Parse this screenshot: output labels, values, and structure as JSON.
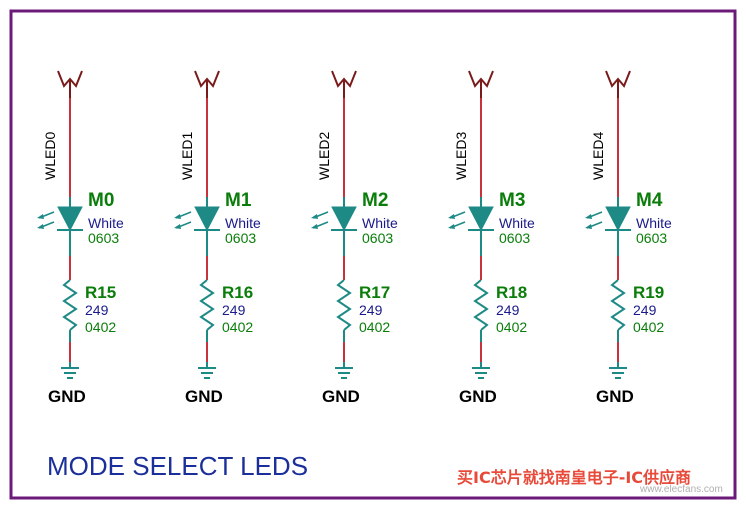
{
  "colors": {
    "frame": "#6b1a7a",
    "wire_red": "#c8323a",
    "wire_teal": "#1e8a86",
    "antenna": "#7a1a1a",
    "diode_fill": "#1e8a86",
    "title": "#1b2f9a",
    "ref": "#0a7d0a",
    "value": "#1a1a8c"
  },
  "title": "MODE SELECT LEDS",
  "watermark": {
    "text": "买IC芯片就找南皇电子-IC供应商",
    "url": "www.elecfans.com"
  },
  "channels": [
    {
      "net": "WLED0",
      "led_ref": "M0",
      "led_color": "White",
      "led_pkg": "0603",
      "res_ref": "R15",
      "res_value": "249",
      "res_pkg": "0402",
      "ground": "GND"
    },
    {
      "net": "WLED1",
      "led_ref": "M1",
      "led_color": "White",
      "led_pkg": "0603",
      "res_ref": "R16",
      "res_value": "249",
      "res_pkg": "0402",
      "ground": "GND"
    },
    {
      "net": "WLED2",
      "led_ref": "M2",
      "led_color": "White",
      "led_pkg": "0603",
      "res_ref": "R17",
      "res_value": "249",
      "res_pkg": "0402",
      "ground": "GND"
    },
    {
      "net": "WLED3",
      "led_ref": "M3",
      "led_color": "White",
      "led_pkg": "0603",
      "res_ref": "R18",
      "res_value": "249",
      "res_pkg": "0402",
      "ground": "GND"
    },
    {
      "net": "WLED4",
      "led_ref": "M4",
      "led_color": "White",
      "led_pkg": "0603",
      "res_ref": "R19",
      "res_value": "249",
      "res_pkg": "0402",
      "ground": "GND"
    }
  ]
}
